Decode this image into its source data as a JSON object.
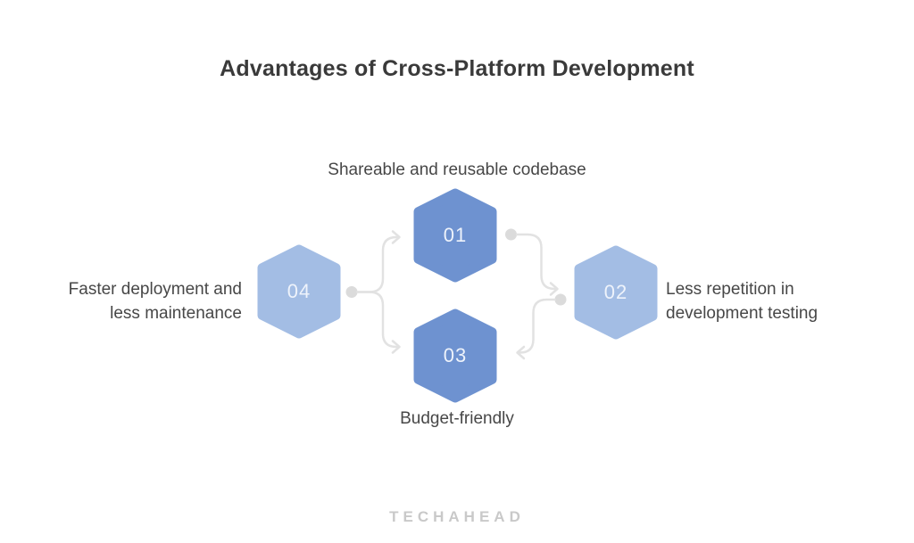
{
  "title": "Advantages of Cross-Platform Development",
  "diagram": {
    "type": "hexagon-flow",
    "nodes": [
      {
        "number": "01",
        "label": "Shareable and reusable codebase",
        "position": "top-center",
        "color": "#6e92d0"
      },
      {
        "number": "02",
        "label": "Less repetition in development testing",
        "position": "right",
        "color": "#a3bde4"
      },
      {
        "number": "03",
        "label": "Budget-friendly",
        "position": "bottom-center",
        "color": "#6e92d0"
      },
      {
        "number": "04",
        "label": "Faster deployment and less maintenance",
        "position": "left",
        "color": "#a3bde4"
      }
    ],
    "connections": [
      {
        "from": "04",
        "to": "01"
      },
      {
        "from": "04",
        "to": "03"
      },
      {
        "from": "01",
        "to": "02"
      },
      {
        "from": "02",
        "to": "03"
      }
    ]
  },
  "labels": {
    "top": "Shareable and reusable codebase",
    "left_lines": [
      "Faster deployment and",
      "less maintenance"
    ],
    "right_lines": [
      "Less repetition in",
      "development testing"
    ],
    "bottom": "Budget-friendly"
  },
  "footer": {
    "brand": "TECHAHEAD"
  },
  "colors": {
    "hex_dark": "#6e92d0",
    "hex_light": "#a3bde4",
    "hex_number_text": "#eef3fb",
    "connector_line": "#e2e2e2",
    "connector_dot": "#dbdbdb",
    "title_text": "#3a3a3a",
    "label_text": "#474747",
    "brand_text": "#c9c9c9",
    "background": "#ffffff"
  }
}
